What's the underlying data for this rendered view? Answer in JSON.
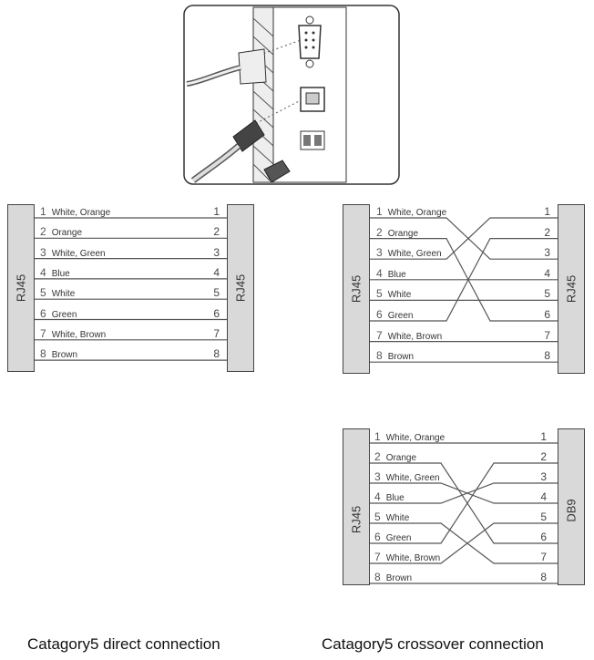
{
  "diagrams": [
    {
      "left_label": "RJ45",
      "right_label": "RJ45",
      "pins": [
        "White, Orange",
        "Orange",
        "White, Green",
        "Blue",
        "White",
        "Green",
        "White, Brown",
        "Brown"
      ],
      "right_numbers": [
        "1",
        "2",
        "3",
        "4",
        "5",
        "6",
        "7",
        "8"
      ],
      "mapping": [
        1,
        2,
        3,
        4,
        5,
        6,
        7,
        8
      ]
    },
    {
      "left_label": "RJ45",
      "right_label": "RJ45",
      "pins": [
        "White, Orange",
        "Orange",
        "White, Green",
        "Blue",
        "White",
        "Green",
        "White, Brown",
        "Brown"
      ],
      "right_numbers": [
        "1",
        "2",
        "3",
        "4",
        "5",
        "6",
        "7",
        "8"
      ],
      "mapping": [
        3,
        6,
        1,
        4,
        5,
        2,
        7,
        8
      ]
    },
    {
      "left_label": "RJ45",
      "right_label": "DB9",
      "pins": [
        "White, Orange",
        "Orange",
        "White, Green",
        "Blue",
        "White",
        "Green",
        "White, Brown",
        "Brown"
      ],
      "right_numbers": [
        "1",
        "2",
        "3",
        "4",
        "5",
        "6",
        "7",
        "8"
      ],
      "mapping": [
        1,
        6,
        4,
        3,
        7,
        2,
        5,
        8
      ]
    }
  ],
  "captions": {
    "direct": "Catagory5 direct connection",
    "crossover": "Catagory5 crossover connection"
  }
}
